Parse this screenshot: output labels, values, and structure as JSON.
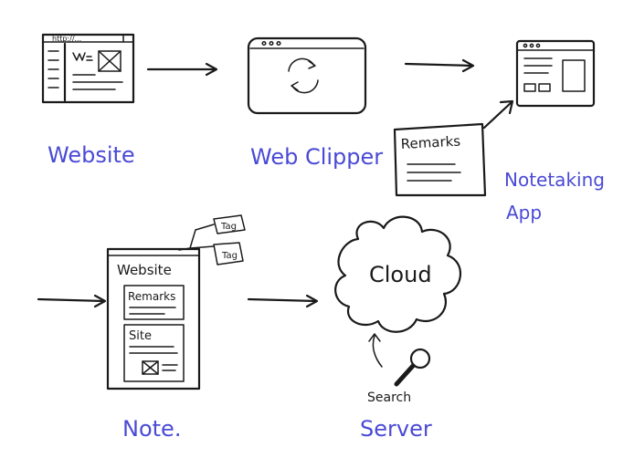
{
  "labels": {
    "website": "Website",
    "web_clipper": "Web Clipper",
    "notetaking_line1": "Notetaking",
    "notetaking_line2": "App",
    "note": "Note.",
    "server": "Server"
  },
  "sketch_text": {
    "url": "http://...",
    "remarks": "Remarks",
    "note_website": "Website",
    "note_remarks": "Remarks",
    "note_site": "Site",
    "tag1": "Tag",
    "tag2": "Tag",
    "cloud": "Cloud",
    "search": "Search"
  },
  "colors": {
    "ink": "#1a1a1a",
    "label_blue": "#4a4ad6",
    "background": "#ffffff"
  }
}
